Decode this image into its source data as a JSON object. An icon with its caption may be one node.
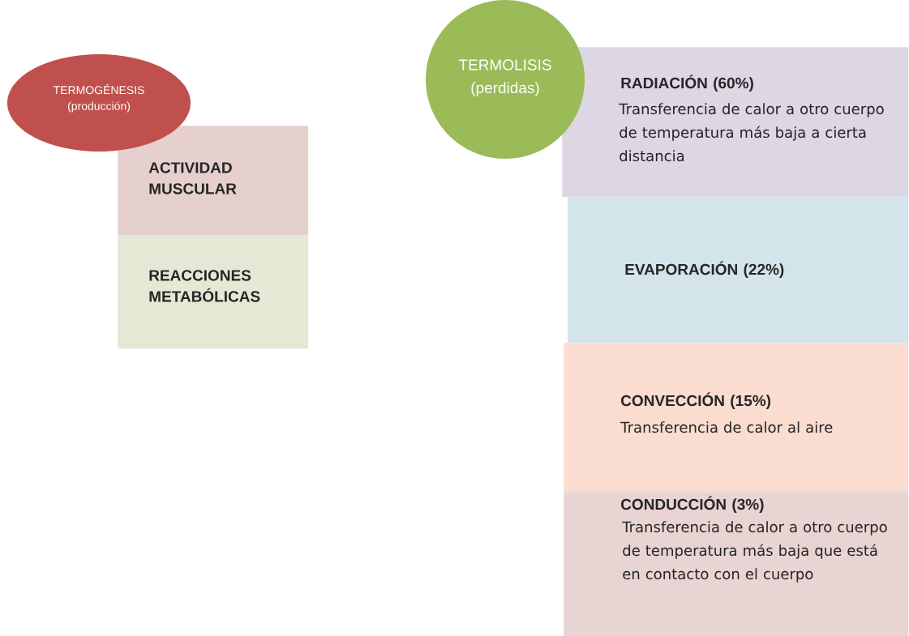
{
  "diagram": {
    "nodes": [
      {
        "text": [
          "TERMOGÉNESIS",
          "(producción)"
        ]
      },
      {
        "text": [
          "ACTIVIDAD MUSCULAR"
        ]
      },
      {
        "text": [
          "REACCIONES METABÓLICAS"
        ]
      },
      {
        "text": [
          "TERMOLISIS",
          "(perdidas)"
        ]
      },
      {
        "text": [
          "RADIACIÓN (60%)",
          "Transferencia de calor a otro cuerpo de temperatura más baja a cierta distancia"
        ]
      },
      {
        "text": [
          "EVAPORACIÓN (22%)"
        ]
      },
      {
        "text": [
          "CONVECCIÓN (15%)",
          "Transferencia de calor al aire"
        ]
      },
      {
        "text": [
          "CONDUCCIÓN (3%)",
          "Transferencia de calor a otro cuerpo de temperatura más baja que está en contacto con el cuerpo"
        ]
      }
    ]
  }
}
